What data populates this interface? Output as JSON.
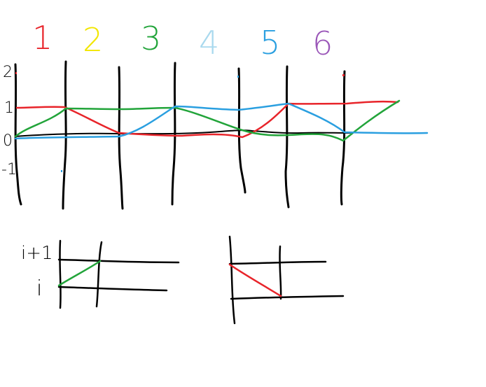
{
  "legend": [
    {
      "label": "1",
      "color": "#e8242a"
    },
    {
      "label": "2",
      "color": "#f2e600"
    },
    {
      "label": "3",
      "color": "#22a43a"
    },
    {
      "label": "4",
      "color": "#a9d9ee"
    },
    {
      "label": "5",
      "color": "#2a9fe0"
    },
    {
      "label": "6",
      "color": "#9a56b8"
    }
  ],
  "y_ticks": [
    "2",
    "1",
    "0",
    "-1"
  ],
  "bottom_left_labels": {
    "upper": "i+1",
    "lower": "i"
  },
  "line_colors": {
    "black": "#000000",
    "red": "#e8242a",
    "green": "#22a43a",
    "blue": "#2a9fe0"
  }
}
